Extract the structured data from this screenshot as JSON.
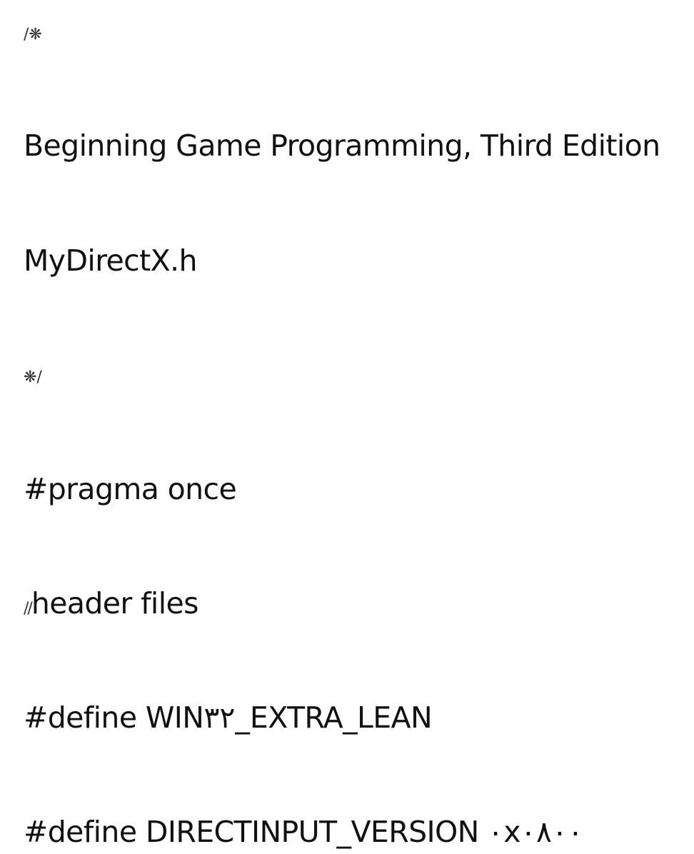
{
  "document": {
    "lines": {
      "comment_open": "/❋",
      "title": "Beginning Game Programming, Third Edition",
      "filename": "MyDirectX.h",
      "comment_close": "❋/",
      "pragma": "#pragma once",
      "header_comment_prefix": "//",
      "header_comment_text": "header files",
      "define_lean": "#define WIN۳۲_EXTRA_LEAN",
      "define_input": "#define DIRECTINPUT_VERSION ۰x۰۸۰۰"
    }
  }
}
